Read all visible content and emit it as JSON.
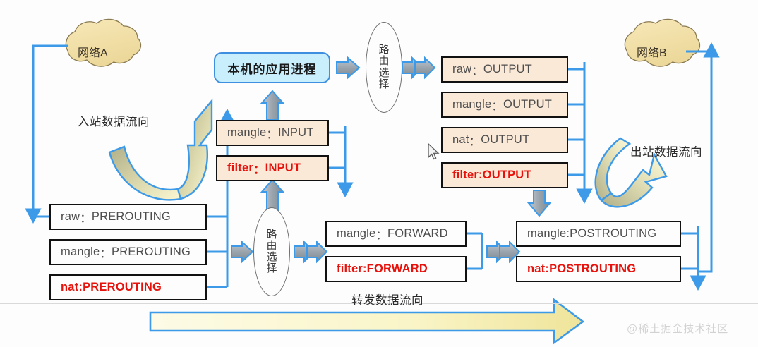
{
  "diagram": {
    "title": "iptables netfilter packet flow",
    "colors": {
      "wire": "#3d9ae8",
      "chevron_fill": "#9aa4ad",
      "chevron_stroke": "#3d9ae8",
      "box_border": "#111111",
      "peach_fill": "#fbe9d8",
      "white_fill": "#fdfdfd",
      "red_text": "#e8120c",
      "gray_text": "#4d4d4d",
      "cloud_fill": "#f5e2ab",
      "cloud_stroke": "#8a7a52",
      "proc_fill": "#c9eefc",
      "proc_stroke": "#3f8fe0",
      "flow_arrow_stroke": "#3d9ae8",
      "flow_arrow_fill_a": "#b9b893",
      "flow_arrow_fill_b": "#fbf6cd"
    },
    "clouds": [
      {
        "name": "cloud-network-a",
        "label": "网络A"
      },
      {
        "name": "cloud-network-b",
        "label": "网络B"
      }
    ],
    "process_box": {
      "label": "本机的应用进程"
    },
    "routing_ellipses": [
      {
        "name": "routing-decision-top",
        "chars": [
          "路",
          "由",
          "选",
          "择"
        ]
      },
      {
        "name": "routing-decision-bottom",
        "chars": [
          "路",
          "由",
          "选",
          "择"
        ]
      }
    ],
    "chains": {
      "prerouting": [
        {
          "table": "raw",
          "sep": "：",
          "chain": "PREROUTING",
          "style": "normal",
          "fill": "white"
        },
        {
          "table": "mangle",
          "sep": "：",
          "chain": "PREROUTING",
          "style": "normal",
          "fill": "white"
        },
        {
          "table": "nat",
          "sep": ": ",
          "chain": "PREROUTING",
          "style": "red",
          "fill": "white"
        }
      ],
      "input": [
        {
          "table": "mangle",
          "sep": "：",
          "chain": "INPUT",
          "style": "normal",
          "fill": "peach"
        },
        {
          "table": "filter",
          "sep": "：",
          "chain": "INPUT",
          "style": "red",
          "fill": "peach"
        }
      ],
      "output": [
        {
          "table": "raw",
          "sep": "：",
          "chain": "OUTPUT",
          "style": "normal",
          "fill": "peach"
        },
        {
          "table": "mangle",
          "sep": "：",
          "chain": "OUTPUT",
          "style": "normal",
          "fill": "peach"
        },
        {
          "table": "nat",
          "sep": "：",
          "chain": "OUTPUT",
          "style": "normal",
          "fill": "peach"
        },
        {
          "table": "filter",
          "sep": ": ",
          "chain": "OUTPUT",
          "style": "red",
          "fill": "peach"
        }
      ],
      "forward": [
        {
          "table": "mangle",
          "sep": "：",
          "chain": "FORWARD",
          "style": "normal",
          "fill": "white"
        },
        {
          "table": "filter",
          "sep": ": ",
          "chain": "FORWARD",
          "style": "red",
          "fill": "white"
        }
      ],
      "postrouting": [
        {
          "table": "mangle",
          "sep": ": ",
          "chain": "POSTROUTING",
          "style": "normal",
          "fill": "white"
        },
        {
          "table": "nat",
          "sep": ": ",
          "chain": "POSTROUTING",
          "style": "red",
          "fill": "white"
        }
      ]
    },
    "captions": {
      "inbound": "入站数据流向",
      "outbound": "出站数据流向",
      "forward": "转发数据流向"
    },
    "watermark": "@稀土掘金技术社区"
  }
}
